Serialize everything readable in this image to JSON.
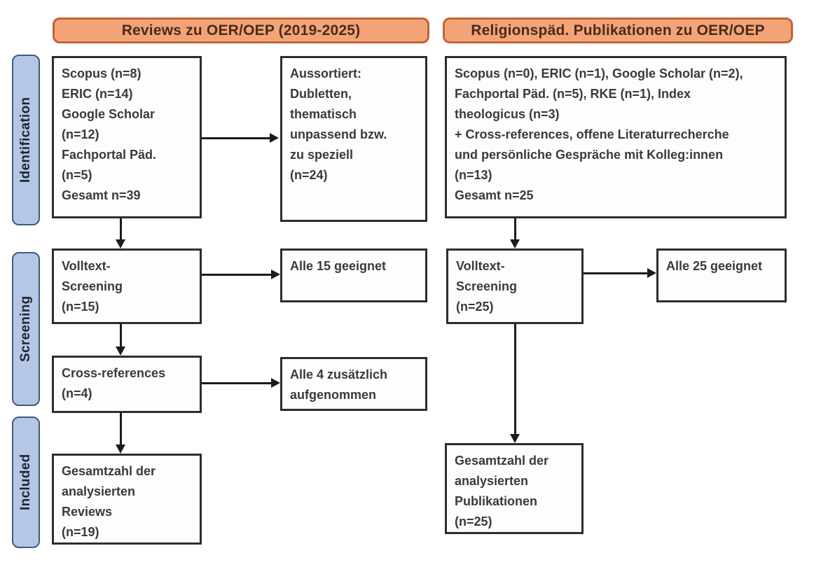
{
  "headers": {
    "reviews": "Reviews zu OER/OEP (2019-2025)",
    "publications": "Religionspäd. Publikationen zu OER/OEP"
  },
  "stages": {
    "identification": "Identification",
    "screening": "Screening",
    "included": "Included"
  },
  "reviews_flow": {
    "sources": "Scopus (n=8)\nERIC (n=14)\nGoogle Scholar\n(n=12)\nFachportal Päd.\n(n=5)\nGesamt n=39",
    "excluded": "Aussortiert:\nDubletten,\nthematisch\nunpassend bzw.\nzu speziell\n(n=24)",
    "fulltext_screening": "Volltext-\nScreening\n(n=15)",
    "fulltext_result": "Alle 15 geeignet",
    "cross_references": "Cross-references\n(n=4)",
    "cross_references_result": "Alle 4 zusätzlich\naufgenommen",
    "total_included": "Gesamtzahl der\nanalysierten\nReviews\n(n=19)"
  },
  "publications_flow": {
    "sources": "Scopus (n=0), ERIC (n=1), Google Scholar (n=2),\nFachportal Päd. (n=5), RKE (n=1), Index\ntheologicus (n=3)\n+ Cross-references, offene Literaturrecherche\nund persönliche Gespräche mit Kolleg:innen\n(n=13)\nGesamt n=25",
    "fulltext_screening": "Volltext-\nScreening\n(n=25)",
    "fulltext_result": "Alle 25 geeignet",
    "total_included": "Gesamtzahl der\nanalysierten\nPublikationen\n(n=25)"
  },
  "colors": {
    "header_fill": "#F2A478",
    "header_border": "#C06534",
    "header_text": "#4A2B18",
    "stage_fill": "#B4C7E7",
    "stage_border": "#41597F",
    "box_border": "#2D2D2D",
    "box_text": "#3A3A3A",
    "arrow": "#1C1C1C",
    "background": "#FFFFFF"
  }
}
